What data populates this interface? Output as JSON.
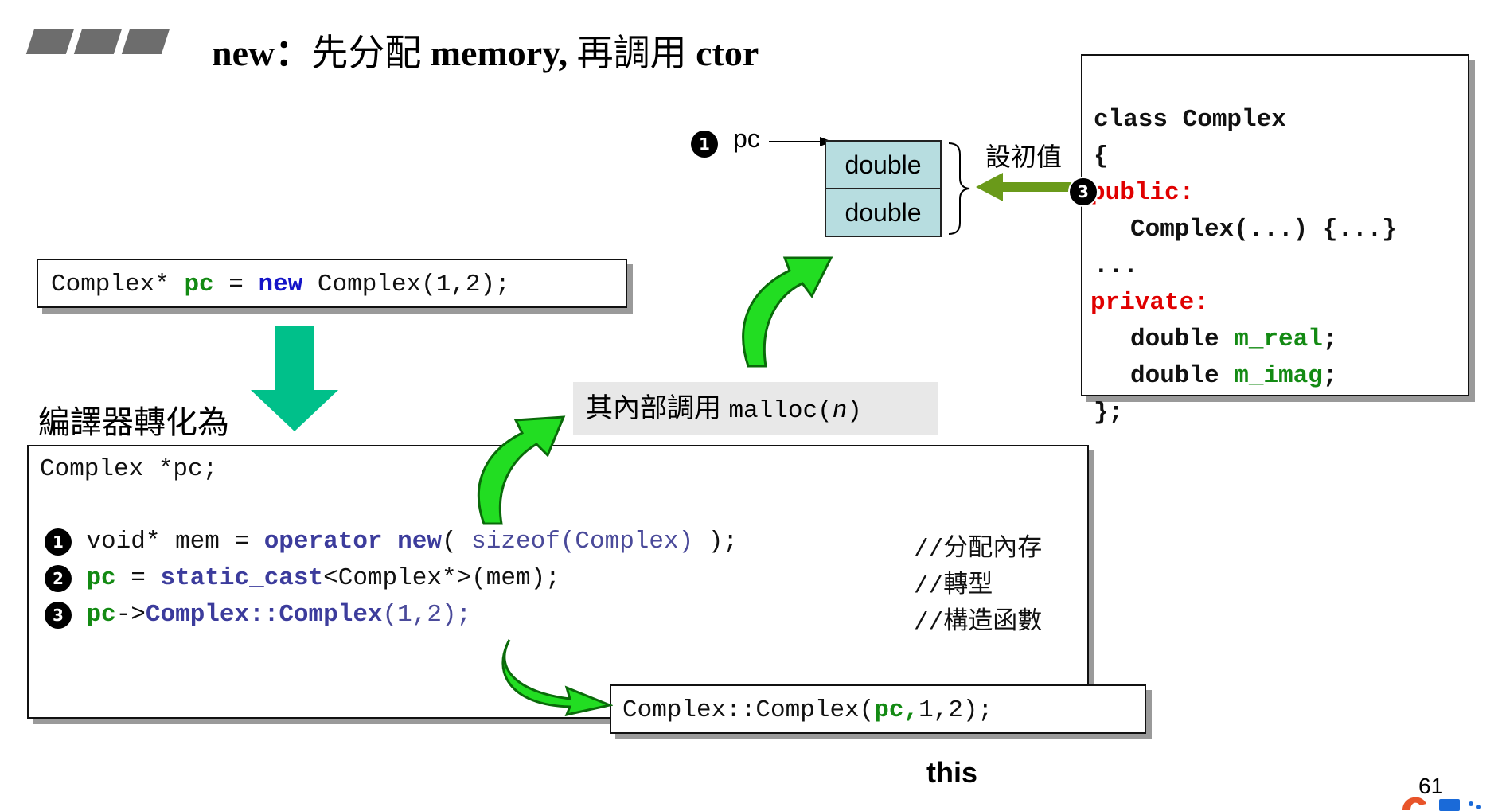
{
  "title": {
    "en1": "new：",
    "cjk1": "先分配",
    "en2": " memory, ",
    "cjk2": "再調用",
    "en3": " ctor"
  },
  "top_code": {
    "t1": "Complex* ",
    "pc": "pc",
    "eq": " = ",
    "new": "new",
    "t2": " Complex(1,2);"
  },
  "compiler_label": "編譯器轉化為",
  "main_code": {
    "line0": "Complex *pc;",
    "line1": {
      "badge": "1",
      "a": "void* mem = ",
      "op": "operator new",
      "b": "( ",
      "sizeof": "sizeof(Complex)",
      "c": " ); ",
      "comment": "//分配內存"
    },
    "line2": {
      "badge": "2",
      "pc": "pc",
      "a": " = ",
      "cast": "static_cast",
      "b": "<Complex*>(mem);",
      "comment": "//轉型"
    },
    "line3": {
      "badge": "3",
      "pc": "pc",
      "arrow": "->",
      "ctor": "Complex::Complex",
      "args": "(1,2);",
      "comment": "//構造函數"
    }
  },
  "malloc_box": {
    "cjk": "其內部調用 ",
    "fn": "malloc(",
    "n": "n",
    "close": ")"
  },
  "memory": {
    "badge": "1",
    "pointer_label": "pc",
    "cell1": "double",
    "cell2": "double",
    "init_label": "設初值"
  },
  "class_box": {
    "line1": "class Complex",
    "line2": "{",
    "public": "public:",
    "badge": "3",
    "ctor": "Complex(...) {...}",
    "dots": "...",
    "private": "private:",
    "m1_type": "double ",
    "m1_name": "m_real",
    "m1_end": ";",
    "m2_type": "double ",
    "m2_name": "m_imag",
    "m2_end": ";",
    "end": "};"
  },
  "ctor_call": {
    "a": "Complex::Complex(",
    "pc": "pc,",
    "b": "1,2);"
  },
  "this_label": "this",
  "page_number": "61",
  "colors": {
    "arrow_green": "#22dd22",
    "down_arrow": "#00c08a",
    "dark_green": "#6a9a1a",
    "cell_fill": "#b7dde0"
  }
}
